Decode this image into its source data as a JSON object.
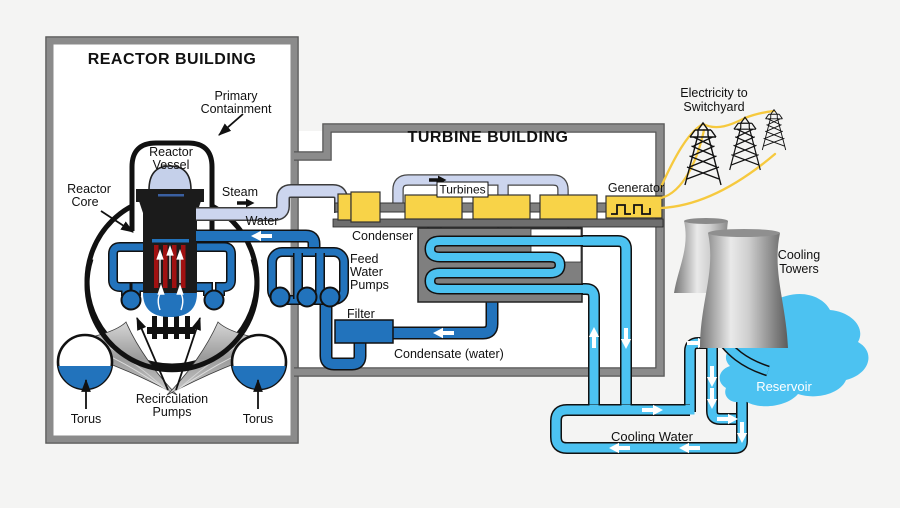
{
  "labels": {
    "reactor_building": "REACTOR BUILDING",
    "turbine_building": "TURBINE BUILDING",
    "primary_containment_1": "Primary",
    "primary_containment_2": "Containment",
    "reactor_vessel_1": "Reactor",
    "reactor_vessel_2": "Vessel",
    "reactor_core_1": "Reactor",
    "reactor_core_2": "Core",
    "steam": "Steam",
    "water": "Water",
    "turbines": "Turbines",
    "generator": "Generator",
    "condenser": "Condenser",
    "feed_water_pumps_1": "Feed",
    "feed_water_pumps_2": "Water",
    "feed_water_pumps_3": "Pumps",
    "filter": "Filter",
    "condensate": "Condensate (water)",
    "torus_left": "Torus",
    "torus_right": "Torus",
    "recirculation_pumps_1": "Recirculation",
    "recirculation_pumps_2": "Pumps",
    "electricity_1": "Electricity to",
    "electricity_2": "Switchyard",
    "cooling_towers_1": "Cooling",
    "cooling_towers_2": "Towers",
    "reservoir": "Reservoir",
    "cooling_water": "Cooling Water"
  },
  "colors": {
    "steam_pipe": "#ccd5ee",
    "feedwater_pipe": "#2273bc",
    "cooling_pipe": "#4cc2f1",
    "equipment_yellow": "#f8d348",
    "structure_gray": "#8b8b8b",
    "fuel_rod_red": "#a01111",
    "background": "#f4f4f3"
  }
}
